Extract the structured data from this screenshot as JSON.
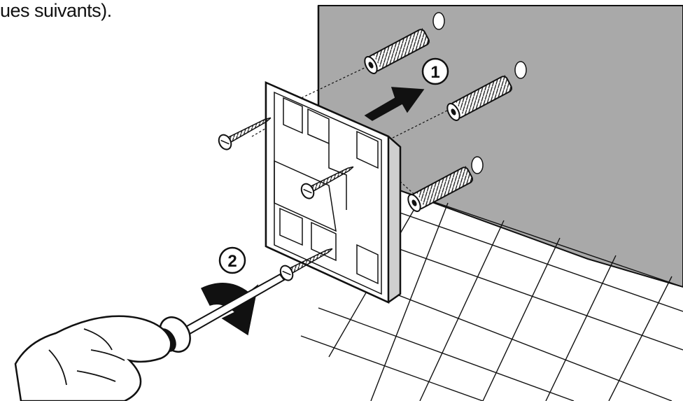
{
  "caption": "ues suivants).",
  "steps": [
    {
      "number": "1"
    },
    {
      "number": "2"
    }
  ],
  "colors": {
    "wall": "#a9a9a9",
    "ink": "#111111",
    "background": "#ffffff",
    "plate": "#ffffff",
    "plate_side": "#cfcfcf"
  },
  "icons": [
    "wall-plug-icon",
    "screw-icon",
    "screwdriver-icon",
    "hand-icon",
    "push-arrow-icon",
    "rotate-arrow-icon"
  ]
}
